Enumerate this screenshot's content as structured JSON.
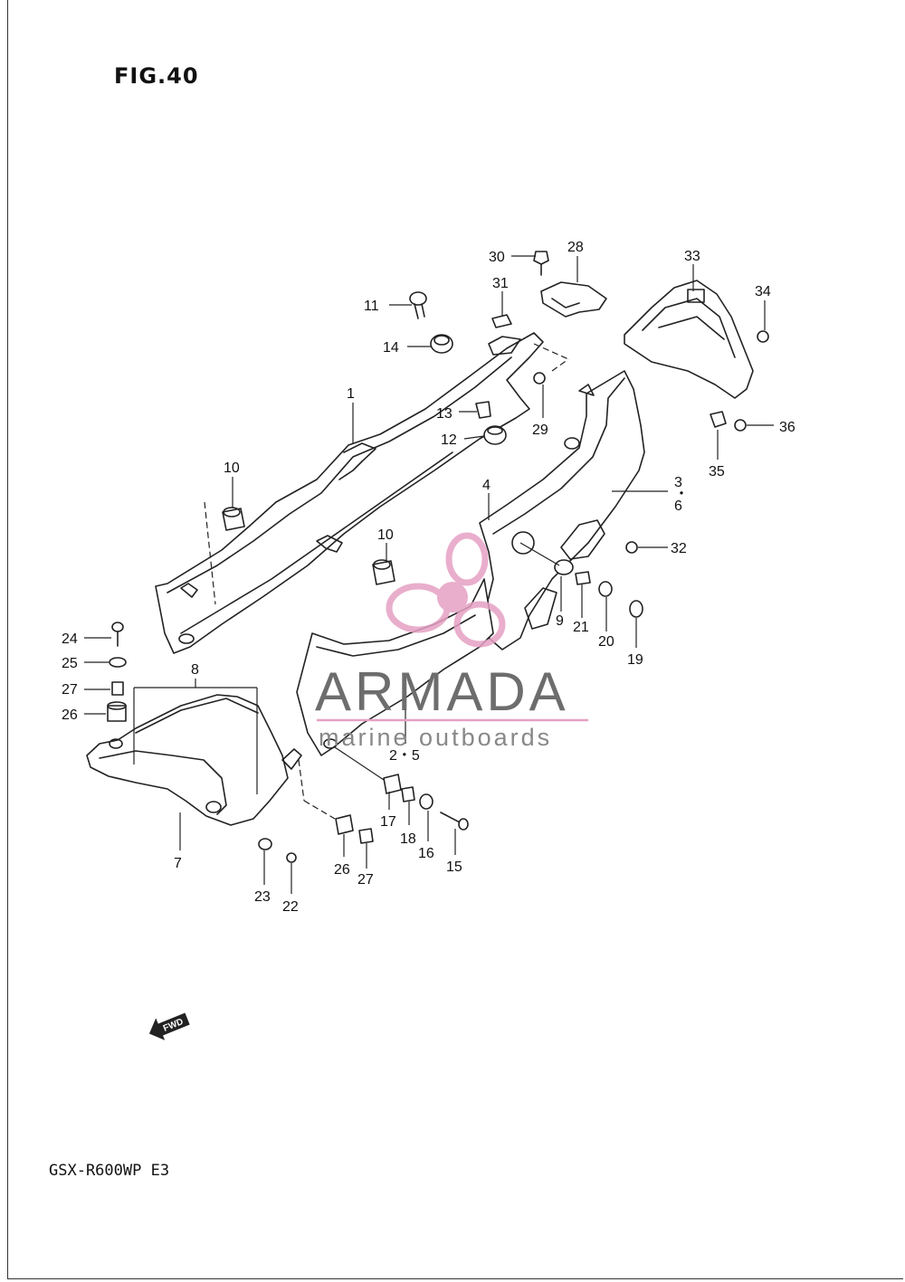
{
  "figure": {
    "title": "FIG.40",
    "model_code": "GSX-R600WP  E3"
  },
  "labels": {
    "p1": "1",
    "p2_5": "2・5",
    "p3": "3",
    "p3_sep": "・",
    "p6": "6",
    "p4": "4",
    "p7": "7",
    "p8": "8",
    "p9": "9",
    "p10a": "10",
    "p10b": "10",
    "p11": "11",
    "p12": "12",
    "p13": "13",
    "p14": "14",
    "p15": "15",
    "p16": "16",
    "p17": "17",
    "p18": "18",
    "p19": "19",
    "p20": "20",
    "p21": "21",
    "p22": "22",
    "p23": "23",
    "p24": "24",
    "p25": "25",
    "p26a": "26",
    "p26b": "26",
    "p27a": "27",
    "p27b": "27",
    "p28": "28",
    "p29": "29",
    "p30": "30",
    "p31": "31",
    "p32": "32",
    "p33": "33",
    "p34": "34",
    "p35": "35",
    "p36": "36"
  },
  "fwd_arrow": {
    "text": "FWD",
    "icon": "fwd-arrow-icon"
  },
  "watermark": {
    "brand": "ARMADA",
    "tagline": "marine outboards",
    "accent_color": "#e6a0c4",
    "text_color": "#6d6d6d"
  }
}
